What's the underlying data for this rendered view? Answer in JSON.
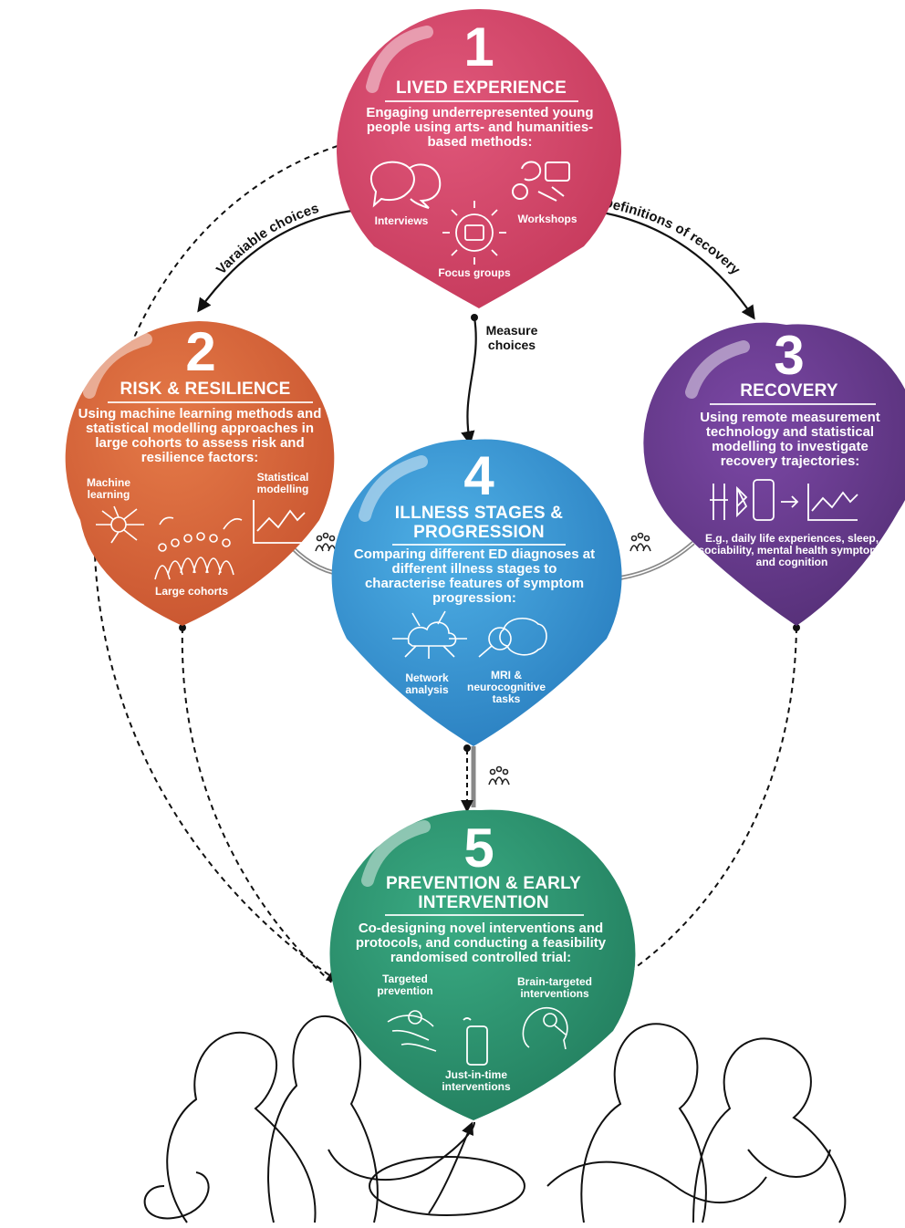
{
  "nodes": {
    "n1": {
      "number": "1",
      "title": "LIVED EXPERIENCE",
      "description": "Engaging underrepresented young people using arts- and humanities-based methods:",
      "items": [
        "Interviews",
        "Workshops",
        "Focus groups"
      ],
      "color": "#d94a6a"
    },
    "n2": {
      "number": "2",
      "title": "RISK & RESILIENCE",
      "description": "Using machine learning methods and statistical modelling approaches in large cohorts to assess risk and resilience factors:",
      "items": [
        "Machine learning",
        "Statistical modelling",
        "Large cohorts"
      ],
      "color": "#dd6a3e"
    },
    "n3": {
      "number": "3",
      "title": "RECOVERY",
      "description": "Using remote measurement technology and statistical modelling to investigate recovery trajectories:",
      "note": "E.g., daily life experiences, sleep, sociability, mental health symptoms and cognition",
      "color": "#6b3c93"
    },
    "n4": {
      "number": "4",
      "title": "ILLNESS STAGES & PROGRESSION",
      "description": "Comparing different ED diagnoses at different illness stages to characterise features of symptom progression:",
      "items": [
        "Network analysis",
        "MRI & neurocognitive tasks"
      ],
      "color": "#3a9bd9"
    },
    "n5": {
      "number": "5",
      "title": "PREVENTION & EARLY INTERVENTION",
      "description": "Co-designing novel interventions and protocols, and conducting a feasibility randomised controlled trial:",
      "items": [
        "Targeted prevention",
        "Brain-targeted interventions",
        "Just-in-time interventions"
      ],
      "color": "#2e9a74"
    }
  },
  "edges": {
    "e12": "Varaiable choices",
    "e13": "Definitions of recovery",
    "e14": "Measure choices"
  },
  "icons": [
    "speech-bubbles-icon",
    "arts-tools-icon",
    "sun-network-icon",
    "network-graph-icon",
    "people-group-icon",
    "line-chart-icon",
    "wearable-phone-icon",
    "brain-magnifier-icon",
    "hand-icon",
    "phone-icon",
    "head-icon",
    "people-link-icon"
  ]
}
